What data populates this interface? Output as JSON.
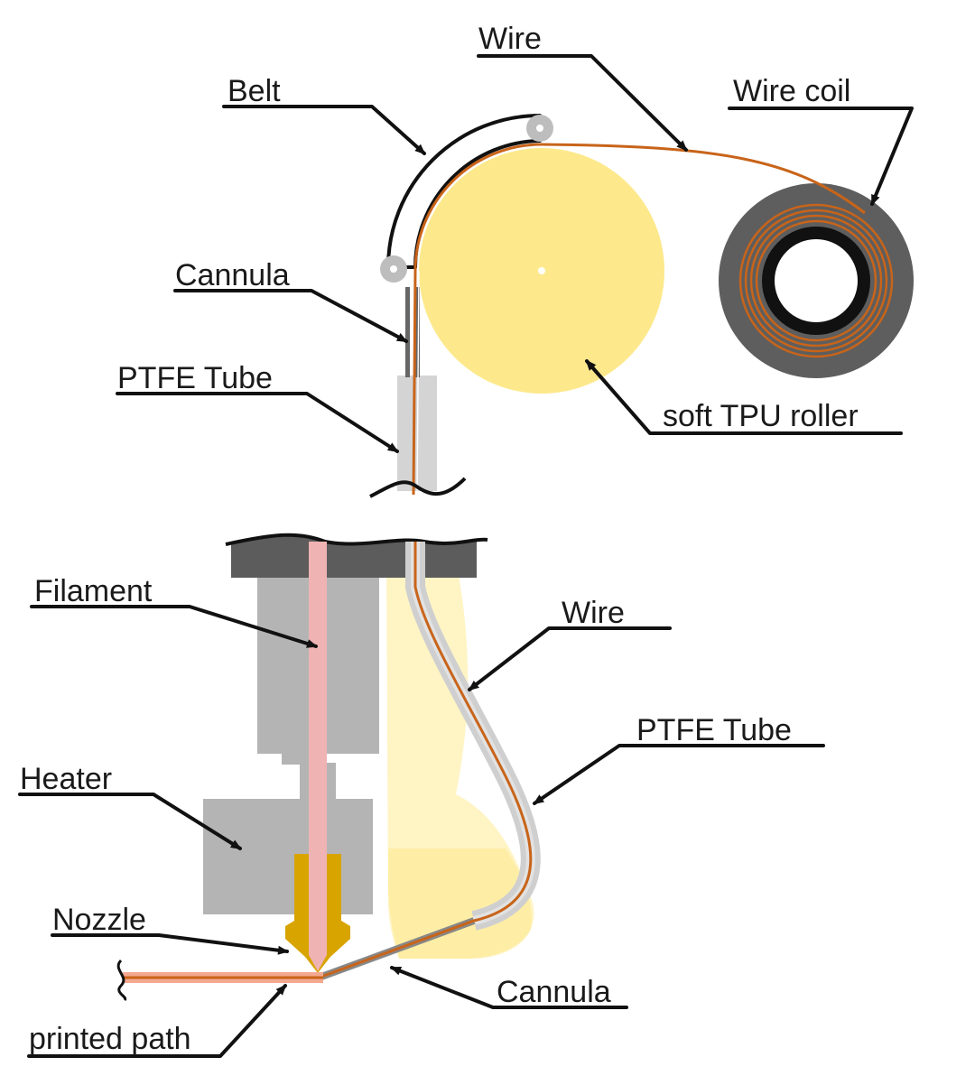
{
  "labels": {
    "wire_top": "Wire",
    "wire_coil": "Wire coil",
    "belt": "Belt",
    "cannula_top": "Cannula",
    "ptfe_tube_top": "PTFE Tube",
    "soft_tpu_roller": "soft TPU roller",
    "filament": "Filament",
    "wire_bottom": "Wire",
    "ptfe_tube_bottom": "PTFE Tube",
    "heater": "Heater",
    "nozzle": "Nozzle",
    "cannula_bottom": "Cannula",
    "printed_path": "printed path"
  },
  "colors": {
    "roller": "#fde98c",
    "roller_shadow": "#fff4c4",
    "wire": "#c8641a",
    "filament": "#f0b3b3",
    "nozzle": "#d8a400",
    "gray_block": "#b4b4b4",
    "dark_plate": "#5c5c5c",
    "coil_outer": "#5e5e5e",
    "ptfe": "#d4d4d4"
  }
}
